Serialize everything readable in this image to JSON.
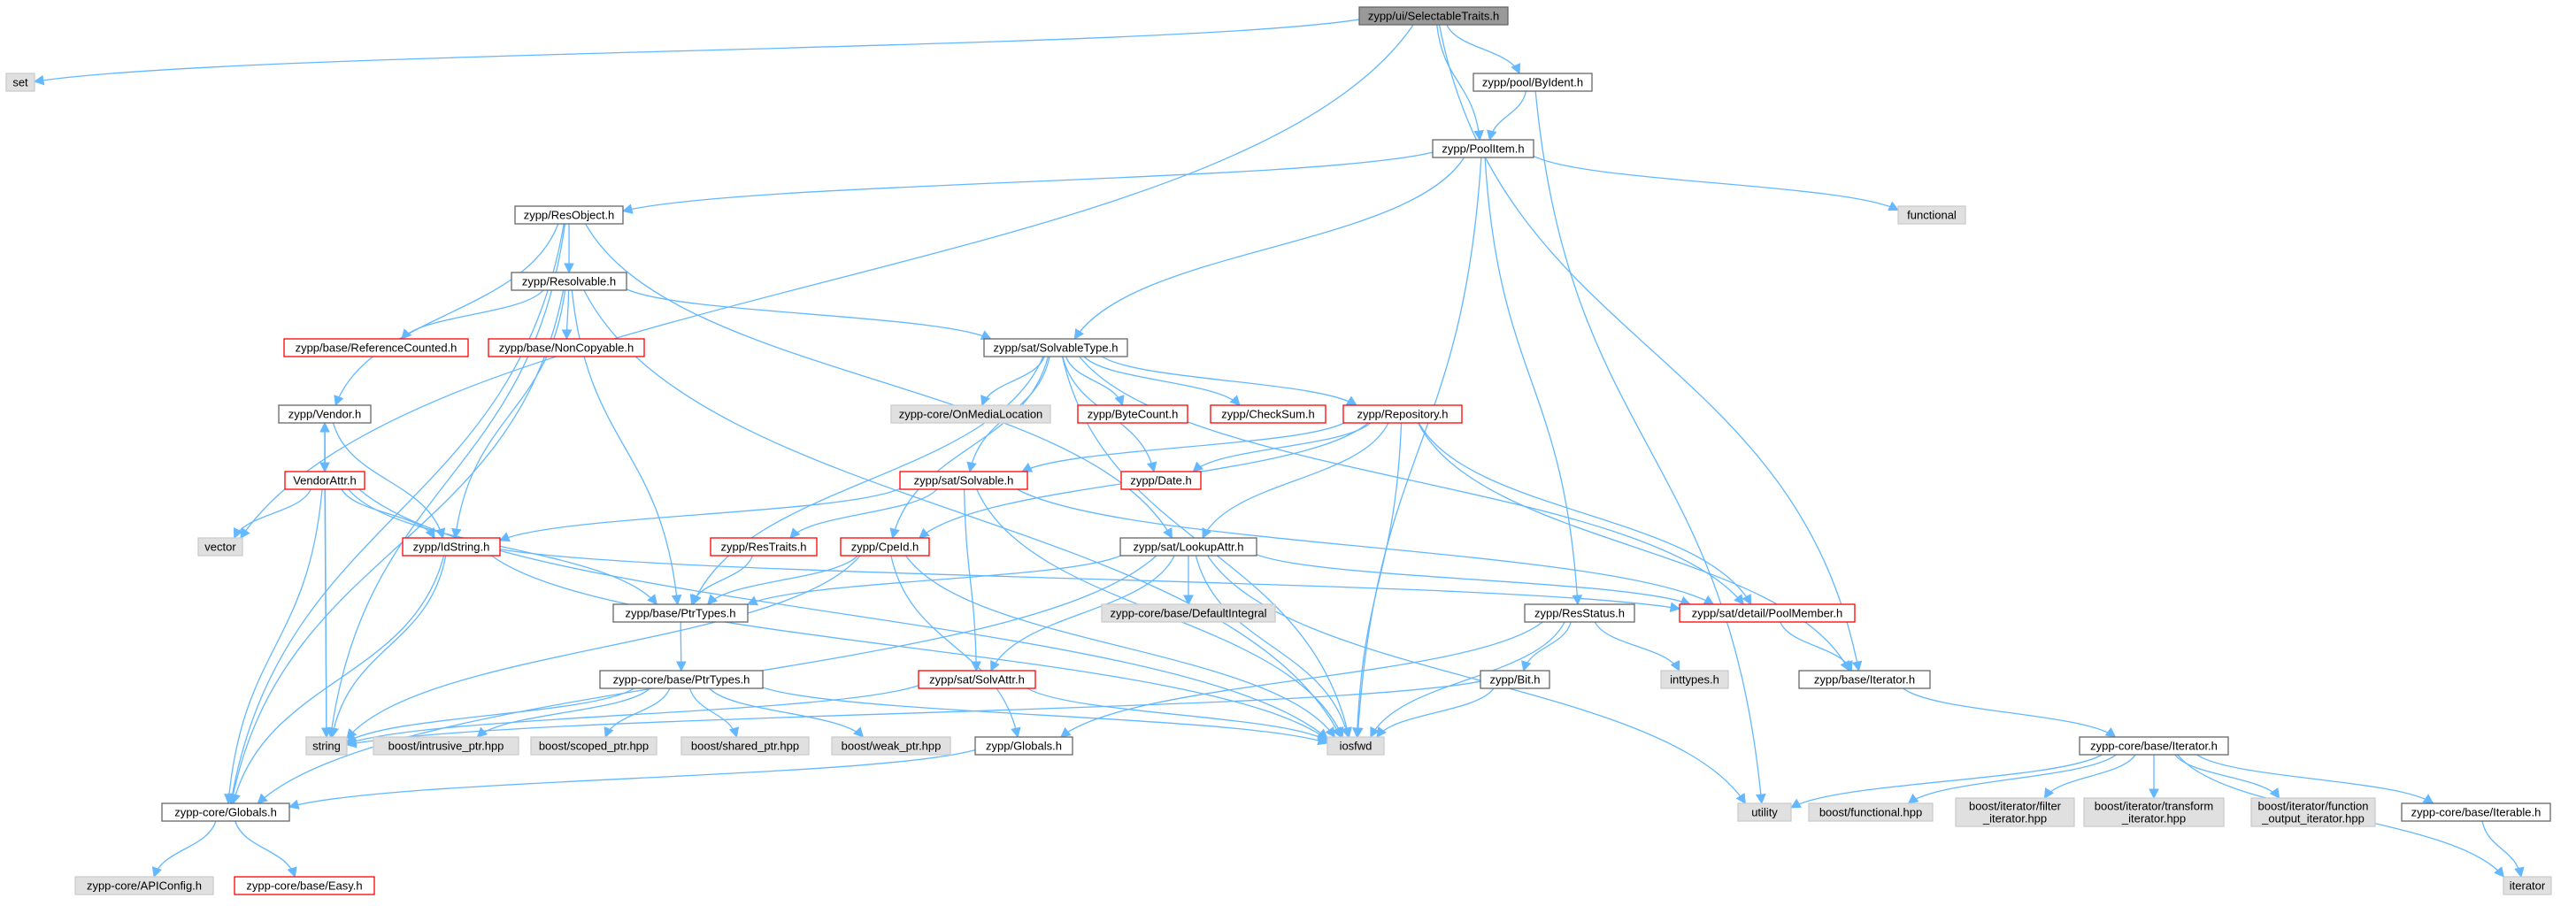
{
  "graph": {
    "colors": {
      "edge": "#63b8ff",
      "root_fill": "#999999",
      "root_border": "#666666",
      "doc_fill": "#ffffff",
      "doc_border": "#666666",
      "red_fill": "#ffffff",
      "red_border": "#ff0000",
      "ext_fill": "#e0e0e0",
      "ext_border": "#cccccc"
    },
    "nodes": [
      {
        "id": "selectable",
        "lines": [
          "zypp/ui/SelectableTraits.h"
        ],
        "kind": "root"
      },
      {
        "id": "set",
        "lines": [
          "set"
        ],
        "kind": "ext"
      },
      {
        "id": "poolbyident",
        "lines": [
          "zypp/pool/ByIdent.h"
        ],
        "kind": "doc"
      },
      {
        "id": "poolitem",
        "lines": [
          "zypp/PoolItem.h"
        ],
        "kind": "doc"
      },
      {
        "id": "resobject",
        "lines": [
          "zypp/ResObject.h"
        ],
        "kind": "doc"
      },
      {
        "id": "functional",
        "lines": [
          "functional"
        ],
        "kind": "ext"
      },
      {
        "id": "resolvable",
        "lines": [
          "zypp/Resolvable.h"
        ],
        "kind": "doc"
      },
      {
        "id": "refcounted",
        "lines": [
          "zypp/base/ReferenceCounted.h"
        ],
        "kind": "red"
      },
      {
        "id": "noncopyable",
        "lines": [
          "zypp/base/NonCopyable.h"
        ],
        "kind": "red"
      },
      {
        "id": "solvabletype",
        "lines": [
          "zypp/sat/SolvableType.h"
        ],
        "kind": "doc"
      },
      {
        "id": "vendor",
        "lines": [
          "zypp/Vendor.h"
        ],
        "kind": "doc"
      },
      {
        "id": "onmedialoc",
        "lines": [
          "zypp-core/OnMediaLocation"
        ],
        "kind": "ext"
      },
      {
        "id": "bytecount",
        "lines": [
          "zypp/ByteCount.h"
        ],
        "kind": "red"
      },
      {
        "id": "checksum",
        "lines": [
          "zypp/CheckSum.h"
        ],
        "kind": "red"
      },
      {
        "id": "repository",
        "lines": [
          "zypp/Repository.h"
        ],
        "kind": "red"
      },
      {
        "id": "vendorattr",
        "lines": [
          "VendorAttr.h"
        ],
        "kind": "red"
      },
      {
        "id": "satsolvable",
        "lines": [
          "zypp/sat/Solvable.h"
        ],
        "kind": "red"
      },
      {
        "id": "date",
        "lines": [
          "zypp/Date.h"
        ],
        "kind": "red"
      },
      {
        "id": "vector",
        "lines": [
          "vector"
        ],
        "kind": "ext"
      },
      {
        "id": "idstring",
        "lines": [
          "zypp/IdString.h"
        ],
        "kind": "red"
      },
      {
        "id": "restraits",
        "lines": [
          "zypp/ResTraits.h"
        ],
        "kind": "red"
      },
      {
        "id": "cpeid",
        "lines": [
          "zypp/CpeId.h"
        ],
        "kind": "red"
      },
      {
        "id": "lookupattr",
        "lines": [
          "zypp/sat/LookupAttr.h"
        ],
        "kind": "doc"
      },
      {
        "id": "ptrtypes",
        "lines": [
          "zypp/base/PtrTypes.h"
        ],
        "kind": "doc"
      },
      {
        "id": "defaultintegral",
        "lines": [
          "zypp-core/base/DefaultIntegral"
        ],
        "kind": "ext"
      },
      {
        "id": "resstatus",
        "lines": [
          "zypp/ResStatus.h"
        ],
        "kind": "doc"
      },
      {
        "id": "poolmember",
        "lines": [
          "zypp/sat/detail/PoolMember.h"
        ],
        "kind": "red"
      },
      {
        "id": "coreptrtypes",
        "lines": [
          "zypp-core/base/PtrTypes.h"
        ],
        "kind": "doc"
      },
      {
        "id": "solvattr",
        "lines": [
          "zypp/sat/SolvAttr.h"
        ],
        "kind": "red"
      },
      {
        "id": "bit",
        "lines": [
          "zypp/Bit.h"
        ],
        "kind": "doc"
      },
      {
        "id": "inttypes",
        "lines": [
          "inttypes.h"
        ],
        "kind": "ext"
      },
      {
        "id": "baseiterator",
        "lines": [
          "zypp/base/Iterator.h"
        ],
        "kind": "doc"
      },
      {
        "id": "string",
        "lines": [
          "string"
        ],
        "kind": "ext"
      },
      {
        "id": "intrusiveptr",
        "lines": [
          "boost/intrusive_ptr.hpp"
        ],
        "kind": "ext"
      },
      {
        "id": "scopedptr",
        "lines": [
          "boost/scoped_ptr.hpp"
        ],
        "kind": "ext"
      },
      {
        "id": "sharedptr",
        "lines": [
          "boost/shared_ptr.hpp"
        ],
        "kind": "ext"
      },
      {
        "id": "weakptr",
        "lines": [
          "boost/weak_ptr.hpp"
        ],
        "kind": "ext"
      },
      {
        "id": "zyppglobals",
        "lines": [
          "zypp/Globals.h"
        ],
        "kind": "doc"
      },
      {
        "id": "iosfwd",
        "lines": [
          "iosfwd"
        ],
        "kind": "ext"
      },
      {
        "id": "coreiterator",
        "lines": [
          "zypp-core/base/Iterator.h"
        ],
        "kind": "doc"
      },
      {
        "id": "coreglobals",
        "lines": [
          "zypp-core/Globals.h"
        ],
        "kind": "doc"
      },
      {
        "id": "utility",
        "lines": [
          "utility"
        ],
        "kind": "ext"
      },
      {
        "id": "boostfunctional",
        "lines": [
          "boost/functional.hpp"
        ],
        "kind": "ext"
      },
      {
        "id": "filteriter",
        "lines": [
          "boost/iterator/filter",
          "_iterator.hpp"
        ],
        "kind": "ext"
      },
      {
        "id": "transformiter",
        "lines": [
          "boost/iterator/transform",
          "_iterator.hpp"
        ],
        "kind": "ext"
      },
      {
        "id": "funcoutiter",
        "lines": [
          "boost/iterator/function",
          "_output_iterator.hpp"
        ],
        "kind": "ext"
      },
      {
        "id": "coreiterable",
        "lines": [
          "zypp-core/base/Iterable.h"
        ],
        "kind": "doc"
      },
      {
        "id": "apiconfig",
        "lines": [
          "zypp-core/APIConfig.h"
        ],
        "kind": "ext"
      },
      {
        "id": "easy",
        "lines": [
          "zypp-core/base/Easy.h"
        ],
        "kind": "red"
      },
      {
        "id": "iterator",
        "lines": [
          "iterator"
        ],
        "kind": "ext"
      }
    ],
    "edges": [
      [
        "selectable",
        "set"
      ],
      [
        "selectable",
        "poolbyident"
      ],
      [
        "selectable",
        "poolitem"
      ],
      [
        "selectable",
        "vector"
      ],
      [
        "selectable",
        "baseiterator"
      ],
      [
        "poolbyident",
        "poolitem"
      ],
      [
        "poolbyident",
        "utility"
      ],
      [
        "poolitem",
        "resobject"
      ],
      [
        "poolitem",
        "functional"
      ],
      [
        "poolitem",
        "solvabletype"
      ],
      [
        "poolitem",
        "resstatus"
      ],
      [
        "poolitem",
        "iosfwd"
      ],
      [
        "resobject",
        "resolvable"
      ],
      [
        "resobject",
        "vendor"
      ],
      [
        "resobject",
        "lookupattr"
      ],
      [
        "resobject",
        "coreglobals"
      ],
      [
        "resobject",
        "string"
      ],
      [
        "resolvable",
        "refcounted"
      ],
      [
        "resolvable",
        "noncopyable"
      ],
      [
        "resolvable",
        "solvabletype"
      ],
      [
        "resolvable",
        "ptrtypes"
      ],
      [
        "resolvable",
        "coreglobals"
      ],
      [
        "resolvable",
        "iosfwd"
      ],
      [
        "resolvable",
        "idstring"
      ],
      [
        "solvabletype",
        "onmedialoc"
      ],
      [
        "solvabletype",
        "bytecount"
      ],
      [
        "solvabletype",
        "checksum"
      ],
      [
        "solvabletype",
        "repository"
      ],
      [
        "solvabletype",
        "satsolvable"
      ],
      [
        "solvabletype",
        "date"
      ],
      [
        "solvabletype",
        "cpeid"
      ],
      [
        "solvabletype",
        "iosfwd"
      ],
      [
        "solvabletype",
        "ptrtypes"
      ],
      [
        "solvabletype",
        "poolmember"
      ],
      [
        "vendor",
        "vendorattr"
      ],
      [
        "vendor",
        "idstring"
      ],
      [
        "vendor",
        "string"
      ],
      [
        "vendorattr",
        "vendor"
      ],
      [
        "vendorattr",
        "vector"
      ],
      [
        "vendorattr",
        "idstring"
      ],
      [
        "vendorattr",
        "ptrtypes"
      ],
      [
        "vendorattr",
        "string"
      ],
      [
        "vendorattr",
        "coreglobals"
      ],
      [
        "vendorattr",
        "iosfwd"
      ],
      [
        "repository",
        "satsolvable"
      ],
      [
        "repository",
        "date"
      ],
      [
        "repository",
        "cpeid"
      ],
      [
        "repository",
        "lookupattr"
      ],
      [
        "repository",
        "poolmember"
      ],
      [
        "repository",
        "baseiterator"
      ],
      [
        "repository",
        "iosfwd"
      ],
      [
        "satsolvable",
        "idstring"
      ],
      [
        "satsolvable",
        "restraits"
      ],
      [
        "satsolvable",
        "solvattr"
      ],
      [
        "satsolvable",
        "poolmember"
      ],
      [
        "satsolvable",
        "iosfwd"
      ],
      [
        "idstring",
        "string"
      ],
      [
        "idstring",
        "coreglobals"
      ],
      [
        "idstring",
        "iosfwd"
      ],
      [
        "idstring",
        "poolmember"
      ],
      [
        "restraits",
        "ptrtypes"
      ],
      [
        "cpeid",
        "ptrtypes"
      ],
      [
        "cpeid",
        "string"
      ],
      [
        "cpeid",
        "iosfwd"
      ],
      [
        "cpeid",
        "zyppglobals"
      ],
      [
        "lookupattr",
        "ptrtypes"
      ],
      [
        "lookupattr",
        "defaultintegral"
      ],
      [
        "lookupattr",
        "solvattr"
      ],
      [
        "lookupattr",
        "poolmember"
      ],
      [
        "lookupattr",
        "iosfwd"
      ],
      [
        "lookupattr",
        "coreglobals"
      ],
      [
        "lookupattr",
        "utility"
      ],
      [
        "ptrtypes",
        "coreptrtypes"
      ],
      [
        "coreptrtypes",
        "string"
      ],
      [
        "coreptrtypes",
        "intrusiveptr"
      ],
      [
        "coreptrtypes",
        "scopedptr"
      ],
      [
        "coreptrtypes",
        "sharedptr"
      ],
      [
        "coreptrtypes",
        "weakptr"
      ],
      [
        "coreptrtypes",
        "iosfwd"
      ],
      [
        "resstatus",
        "inttypes"
      ],
      [
        "resstatus",
        "bit"
      ],
      [
        "resstatus",
        "iosfwd"
      ],
      [
        "resstatus",
        "zyppglobals"
      ],
      [
        "poolmember",
        "baseiterator"
      ],
      [
        "solvattr",
        "iosfwd"
      ],
      [
        "solvattr",
        "string"
      ],
      [
        "bit",
        "string"
      ],
      [
        "bit",
        "iosfwd"
      ],
      [
        "zyppglobals",
        "coreglobals"
      ],
      [
        "baseiterator",
        "coreiterator"
      ],
      [
        "coreiterator",
        "utility"
      ],
      [
        "coreiterator",
        "boostfunctional"
      ],
      [
        "coreiterator",
        "filteriter"
      ],
      [
        "coreiterator",
        "transformiter"
      ],
      [
        "coreiterator",
        "funcoutiter"
      ],
      [
        "coreiterator",
        "coreiterable"
      ],
      [
        "coreiterator",
        "iterator"
      ],
      [
        "coreiterable",
        "iterator"
      ],
      [
        "coreglobals",
        "apiconfig"
      ],
      [
        "coreglobals",
        "easy"
      ]
    ]
  }
}
